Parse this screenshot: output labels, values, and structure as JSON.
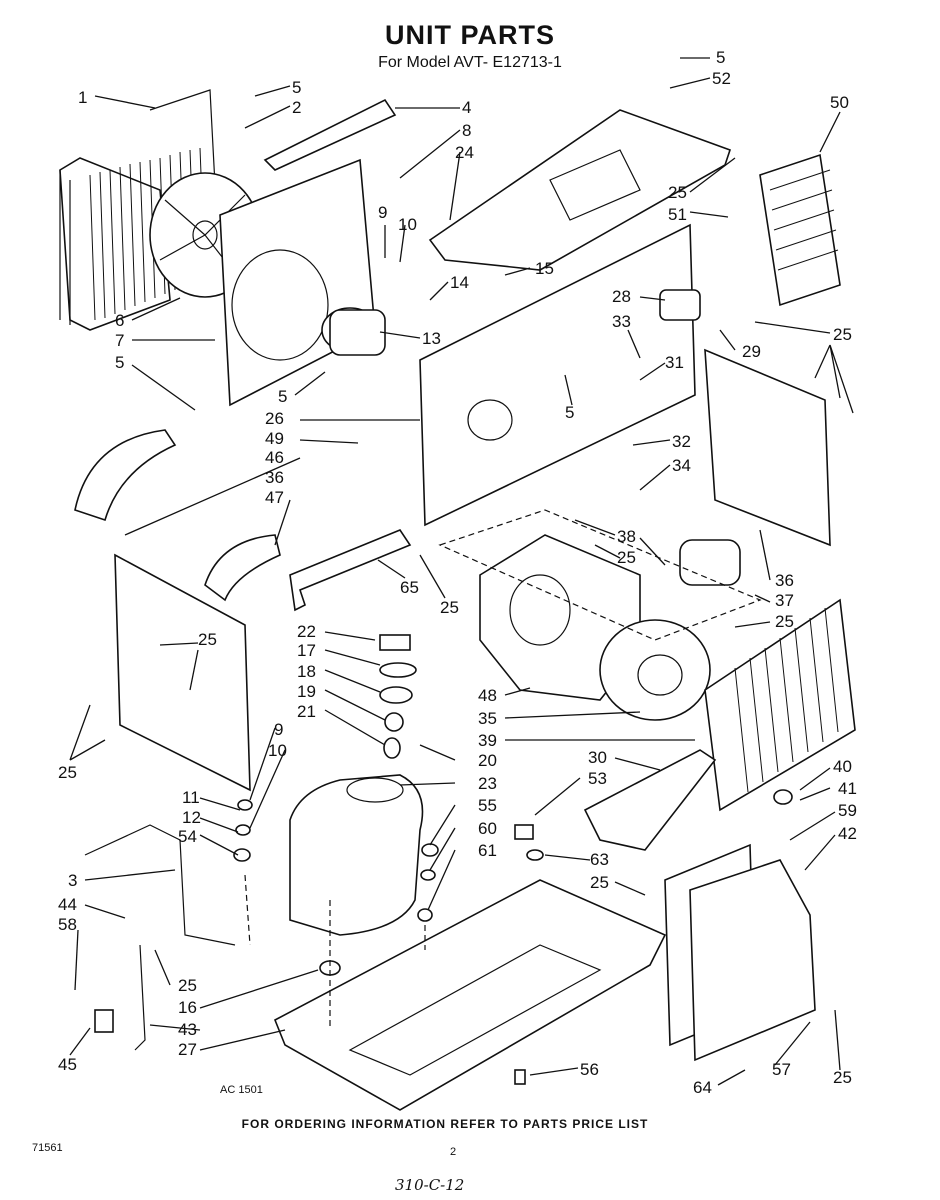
{
  "header": {
    "title": "UNIT PARTS",
    "subtitle": "For Model AVT- E12713-1"
  },
  "callouts": [
    {
      "id": "1",
      "text": "1"
    },
    {
      "id": "5a",
      "text": "5"
    },
    {
      "id": "2",
      "text": "2"
    },
    {
      "id": "4",
      "text": "4"
    },
    {
      "id": "8",
      "text": "8"
    },
    {
      "id": "24",
      "text": "24"
    },
    {
      "id": "5b",
      "text": "5"
    },
    {
      "id": "52",
      "text": "52"
    },
    {
      "id": "50",
      "text": "50"
    },
    {
      "id": "25a",
      "text": "25"
    },
    {
      "id": "51",
      "text": "51"
    },
    {
      "id": "9a",
      "text": "9"
    },
    {
      "id": "10a",
      "text": "10"
    },
    {
      "id": "15",
      "text": "15"
    },
    {
      "id": "14",
      "text": "14"
    },
    {
      "id": "28",
      "text": "28"
    },
    {
      "id": "6",
      "text": "6"
    },
    {
      "id": "7",
      "text": "7"
    },
    {
      "id": "13",
      "text": "13"
    },
    {
      "id": "33",
      "text": "33"
    },
    {
      "id": "25b",
      "text": "25"
    },
    {
      "id": "5c",
      "text": "5"
    },
    {
      "id": "29",
      "text": "29"
    },
    {
      "id": "31",
      "text": "31"
    },
    {
      "id": "5d",
      "text": "5"
    },
    {
      "id": "5e",
      "text": "5"
    },
    {
      "id": "26",
      "text": "26"
    },
    {
      "id": "49",
      "text": "49"
    },
    {
      "id": "32",
      "text": "32"
    },
    {
      "id": "46",
      "text": "46"
    },
    {
      "id": "34",
      "text": "34"
    },
    {
      "id": "36a",
      "text": "36"
    },
    {
      "id": "47",
      "text": "47"
    },
    {
      "id": "38",
      "text": "38"
    },
    {
      "id": "25c",
      "text": "25"
    },
    {
      "id": "65",
      "text": "65"
    },
    {
      "id": "36b",
      "text": "36"
    },
    {
      "id": "25d",
      "text": "25"
    },
    {
      "id": "37",
      "text": "37"
    },
    {
      "id": "25e",
      "text": "25"
    },
    {
      "id": "22",
      "text": "22"
    },
    {
      "id": "25f",
      "text": "25"
    },
    {
      "id": "17",
      "text": "17"
    },
    {
      "id": "18",
      "text": "18"
    },
    {
      "id": "19",
      "text": "19"
    },
    {
      "id": "48",
      "text": "48"
    },
    {
      "id": "21",
      "text": "21"
    },
    {
      "id": "35",
      "text": "35"
    },
    {
      "id": "9b",
      "text": "9"
    },
    {
      "id": "10b",
      "text": "10"
    },
    {
      "id": "20",
      "text": "20"
    },
    {
      "id": "39",
      "text": "39"
    },
    {
      "id": "25g",
      "text": "25"
    },
    {
      "id": "23",
      "text": "23"
    },
    {
      "id": "30",
      "text": "30"
    },
    {
      "id": "40",
      "text": "40"
    },
    {
      "id": "53",
      "text": "53"
    },
    {
      "id": "41",
      "text": "41"
    },
    {
      "id": "11",
      "text": "11"
    },
    {
      "id": "55",
      "text": "55"
    },
    {
      "id": "59",
      "text": "59"
    },
    {
      "id": "12",
      "text": "12"
    },
    {
      "id": "60",
      "text": "60"
    },
    {
      "id": "42",
      "text": "42"
    },
    {
      "id": "54",
      "text": "54"
    },
    {
      "id": "61",
      "text": "61"
    },
    {
      "id": "63",
      "text": "63"
    },
    {
      "id": "3",
      "text": "3"
    },
    {
      "id": "25h",
      "text": "25"
    },
    {
      "id": "44",
      "text": "44"
    },
    {
      "id": "58",
      "text": "58"
    },
    {
      "id": "25i",
      "text": "25"
    },
    {
      "id": "16",
      "text": "16"
    },
    {
      "id": "43",
      "text": "43"
    },
    {
      "id": "27",
      "text": "27"
    },
    {
      "id": "45",
      "text": "45"
    },
    {
      "id": "56",
      "text": "56"
    },
    {
      "id": "57",
      "text": "57"
    },
    {
      "id": "64",
      "text": "64"
    },
    {
      "id": "25j",
      "text": "25"
    }
  ],
  "footer": {
    "code": "AC 1501",
    "ordering_note": "FOR ORDERING INFORMATION REFER TO PARTS PRICE LIST",
    "doc_number": "71561",
    "page_number": "2",
    "handwritten": "310-C-12"
  }
}
